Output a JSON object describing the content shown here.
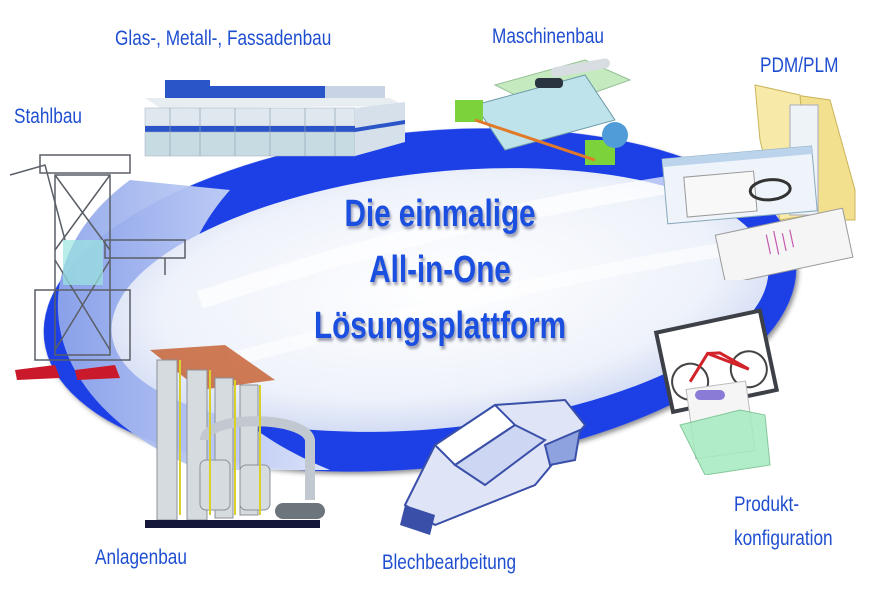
{
  "headline": {
    "line1": "Die einmalige",
    "line2": "All-in-One",
    "line3": "Lösungsplattform"
  },
  "categories": [
    {
      "id": "glas",
      "label": "Glas-, Metall-, Fassadenbau",
      "icon": "office-building-icon"
    },
    {
      "id": "maschinenbau",
      "label": "Maschinenbau",
      "icon": "machine-icon"
    },
    {
      "id": "pdm",
      "label": "PDM/PLM",
      "icon": "folder-documents-icon"
    },
    {
      "id": "stahlbau",
      "label": "Stahlbau",
      "icon": "steel-structure-icon"
    },
    {
      "id": "produkt",
      "label_line1": "Produkt-",
      "label_line2": "konfiguration",
      "icon": "bicycle-configurator-icon"
    },
    {
      "id": "blech",
      "label": "Blechbearbeitung",
      "icon": "car-body-icon"
    },
    {
      "id": "anlagenbau",
      "label": "Anlagenbau",
      "icon": "plant-tanks-icon"
    }
  ],
  "colors": {
    "ring_blue": "#1a3fe6",
    "ring_inner": "#f2f5fb",
    "label_blue": "#1f4fd0",
    "headline_blue": "#1a4fe0"
  }
}
